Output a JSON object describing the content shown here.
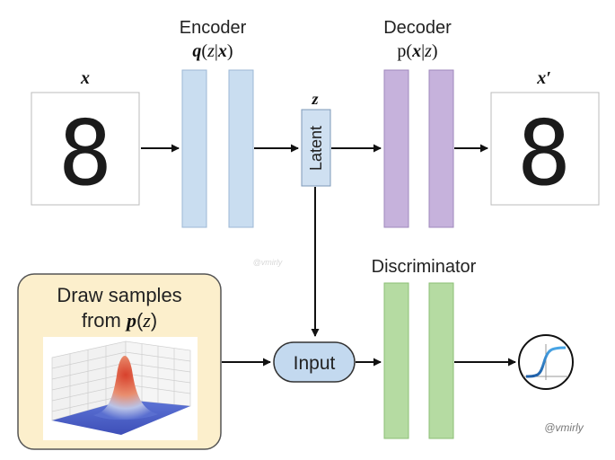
{
  "encoder": {
    "title": "Encoder",
    "formula_q": "q",
    "formula_open": "(",
    "formula_z": "z",
    "formula_bar": "|",
    "formula_x": "x",
    "formula_close": ")",
    "color": "#c9ddf0"
  },
  "decoder": {
    "title": "Decoder",
    "formula_p": "p",
    "formula_open": "(",
    "formula_x": "x",
    "formula_bar": "|",
    "formula_z": "z",
    "formula_close": ")",
    "color": "#c6b2dc"
  },
  "input_image": {
    "label": "x",
    "digit": "8"
  },
  "output_image": {
    "label": "x′",
    "digit": "8"
  },
  "latent": {
    "label": "Latent",
    "var": "z",
    "color": "#cfe0f1"
  },
  "discriminator": {
    "title": "Discriminator",
    "color": "#b5dba2"
  },
  "prior": {
    "line1": "Draw samples",
    "line2_prefix": "from ",
    "line2_p": "p",
    "line2_open": "(",
    "line2_z": "z",
    "line2_close": ")",
    "background": "#fcefcc"
  },
  "input_node": {
    "label": "Input",
    "color": "#c3d9ef"
  },
  "output_icon": "sigmoid-icon",
  "watermark": "@vmirly",
  "watermark_center": "@vmirly"
}
